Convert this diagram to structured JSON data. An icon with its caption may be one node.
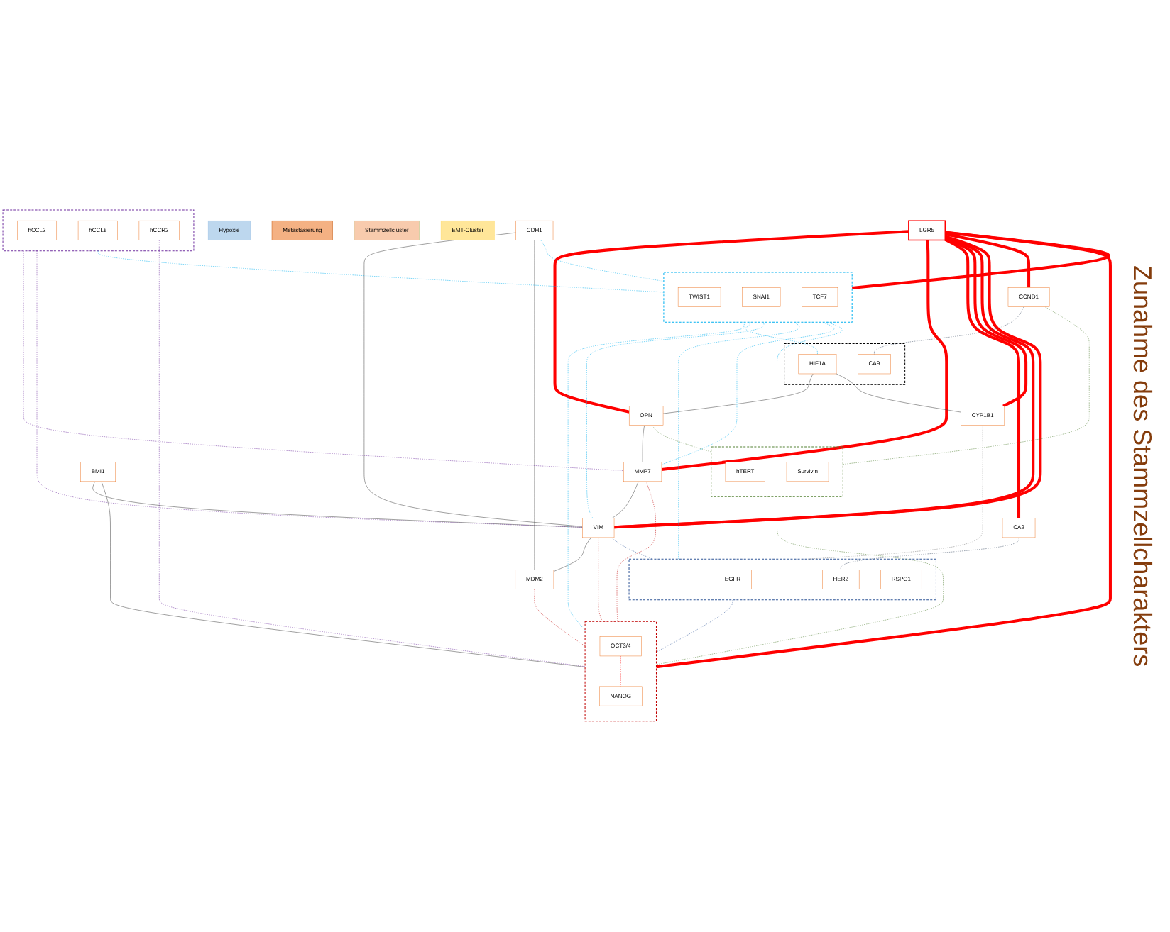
{
  "diagram": {
    "nodes": [
      {
        "text": [
          "Hypoxie"
        ]
      },
      {
        "text": [
          "Metastasierung"
        ]
      },
      {
        "text": [
          "Stammzellcluster"
        ]
      },
      {
        "text": [
          "EMT-Cluster"
        ]
      },
      {
        "text": [],
        "shape": "box"
      },
      {
        "text": [
          "CA9"
        ],
        "in": 4
      },
      {
        "text": [
          "HIF1A"
        ],
        "in": 4
      },
      {
        "text": [
          "OPN"
        ]
      },
      {
        "text": [
          "BMI1"
        ]
      },
      {
        "text": [],
        "shape": "box"
      },
      {
        "text": [
          "hTERT"
        ],
        "in": 9
      },
      {
        "text": [
          "Survivin"
        ],
        "in": 9
      },
      {
        "text": [],
        "shape": "box"
      },
      {
        "text": [
          "hCCL2"
        ],
        "in": 12
      },
      {
        "text": [
          "hCCL8"
        ],
        "in": 12
      },
      {
        "text": [
          "hCCR2"
        ],
        "in": 12
      },
      {
        "text": [
          "MMP7"
        ]
      },
      {
        "text": [],
        "shape": "box"
      },
      {
        "text": [
          "OCT3/4"
        ],
        "in": 17
      },
      {
        "text": [
          "NANOG"
        ],
        "in": 17
      },
      {
        "text": [
          "CDH1"
        ]
      },
      {
        "text": [
          "CA2"
        ]
      },
      {
        "text": [
          "LGR5"
        ]
      },
      {
        "text": [
          "CYP1B1"
        ]
      },
      {
        "text": [
          "VIM"
        ]
      },
      {
        "text": [
          "CCND1"
        ]
      },
      {
        "text": [
          "MDM2"
        ]
      },
      {
        "text": [],
        "shape": "box"
      },
      {
        "text": [
          "TWIST1"
        ],
        "in": 27
      },
      {
        "text": [
          "SNAI1"
        ],
        "in": 27
      },
      {
        "text": [
          "TCF7"
        ],
        "in": 27
      },
      {
        "text": [],
        "shape": "box"
      },
      {
        "text": [
          "EGFR"
        ],
        "in": 31
      },
      {
        "text": [
          "HER2"
        ],
        "in": 31
      },
      {
        "text": [
          "RSPO1"
        ],
        "in": 31
      }
    ],
    "edges": [
      {
        "from": 22,
        "to": 7,
        "arrow": "none",
        "style": "thick",
        "color": "#ff0000"
      },
      {
        "from": 22,
        "to": 16,
        "arrow": "none",
        "style": "thick",
        "color": "#ff0000"
      },
      {
        "from": 22,
        "to": 17,
        "arrow": "none",
        "style": "thick",
        "color": "#ff0000"
      },
      {
        "from": 22,
        "to": 21,
        "arrow": "none",
        "style": "thick",
        "color": "#ff0000"
      },
      {
        "from": 22,
        "to": 23,
        "arrow": "none",
        "style": "thick",
        "color": "#ff0000"
      },
      {
        "from": 22,
        "to": 24,
        "arrow": "none",
        "style": "thick",
        "color": "#ff0000"
      },
      {
        "from": 22,
        "to": 24,
        "arrow": "none",
        "style": "thick",
        "color": "#ff0000"
      },
      {
        "from": 22,
        "to": 25,
        "arrow": "none",
        "style": "thick",
        "color": "#ff0000"
      },
      {
        "from": 22,
        "to": 27,
        "arrow": "none",
        "style": "thick",
        "color": "#ff0000"
      },
      {
        "from": 6,
        "to": 7,
        "arrow": "none",
        "color": "#404040"
      },
      {
        "from": 6,
        "to": 23,
        "arrow": "none",
        "color": "#404040"
      },
      {
        "from": 7,
        "to": 16,
        "arrow": "none",
        "color": "#404040"
      },
      {
        "from": 16,
        "to": 24,
        "arrow": "none",
        "color": "#404040"
      },
      {
        "from": 20,
        "to": 24,
        "arrow": "none",
        "color": "#404040"
      },
      {
        "from": 20,
        "to": 26,
        "arrow": "none",
        "color": "#404040"
      },
      {
        "from": 24,
        "to": 26,
        "arrow": "none",
        "color": "#404040"
      },
      {
        "from": 8,
        "to": 17,
        "arrow": "none",
        "color": "#404040"
      },
      {
        "from": 8,
        "to": 24,
        "arrow": "none",
        "color": "#404040"
      },
      {
        "from": 18,
        "to": 19,
        "arrow": "none",
        "style": "dashed",
        "color": "#ff0000"
      },
      {
        "from": 7,
        "to": 9,
        "arrow": "none",
        "style": "dashed",
        "color": "#548235"
      },
      {
        "from": 25,
        "to": 9,
        "arrow": "none",
        "style": "dashed",
        "color": "#548235"
      },
      {
        "from": 9,
        "to": 17,
        "arrow": "none",
        "style": "dashed",
        "color": "#548235"
      },
      {
        "from": 12,
        "to": 16,
        "arrow": "none",
        "style": "dashed",
        "color": "#7030a0"
      },
      {
        "from": 15,
        "to": 17,
        "arrow": "none",
        "style": "dashed",
        "color": "#7030a0"
      },
      {
        "from": 12,
        "to": 24,
        "arrow": "none",
        "style": "dashed",
        "color": "#7030a0"
      },
      {
        "from": 16,
        "to": 17,
        "arrow": "none",
        "style": "dashed",
        "color": "#c00000"
      },
      {
        "from": 24,
        "to": 17,
        "arrow": "none",
        "style": "dashed",
        "color": "#c00000"
      },
      {
        "from": 26,
        "to": 17,
        "arrow": "none",
        "style": "dashed",
        "color": "#c00000"
      },
      {
        "from": 16,
        "to": 27,
        "arrow": "none",
        "style": "dashed",
        "color": "#00b0f0"
      },
      {
        "from": 9,
        "to": 27,
        "arrow": "none",
        "style": "dashed",
        "color": "#00b0f0"
      },
      {
        "from": 17,
        "to": 27,
        "arrow": "none",
        "style": "dashed",
        "color": "#00b0f0"
      },
      {
        "from": 27,
        "to": 6,
        "arrow": "none",
        "style": "dashed",
        "color": "#00b0f0"
      },
      {
        "from": 24,
        "to": 27,
        "arrow": "none",
        "style": "dashed",
        "color": "#00b0f0"
      },
      {
        "from": 20,
        "to": 27,
        "arrow": "none",
        "style": "dashed",
        "color": "#00b0f0"
      },
      {
        "from": 12,
        "to": 27,
        "arrow": "none",
        "style": "dashed",
        "color": "#00b0f0"
      },
      {
        "from": 31,
        "to": 27,
        "arrow": "none",
        "style": "dashed",
        "color": "#00b0f0"
      },
      {
        "from": 31,
        "to": 17,
        "arrow": "none",
        "style": "dashed",
        "color": "#2f5597"
      },
      {
        "from": 24,
        "to": 31,
        "arrow": "none",
        "style": "dashed",
        "color": "#2f5597"
      },
      {
        "from": 23,
        "to": 31,
        "arrow": "none",
        "style": "dashed",
        "color": "#7f7f7f"
      },
      {
        "from": 21,
        "to": 33,
        "arrow": "none",
        "style": "dashed",
        "color": "#44546a"
      },
      {
        "from": 25,
        "to": 5,
        "arrow": "none",
        "style": "dashed",
        "color": "#44546a"
      }
    ],
    "labels": [
      "Zunahme des Stammzellcharakters"
    ]
  }
}
